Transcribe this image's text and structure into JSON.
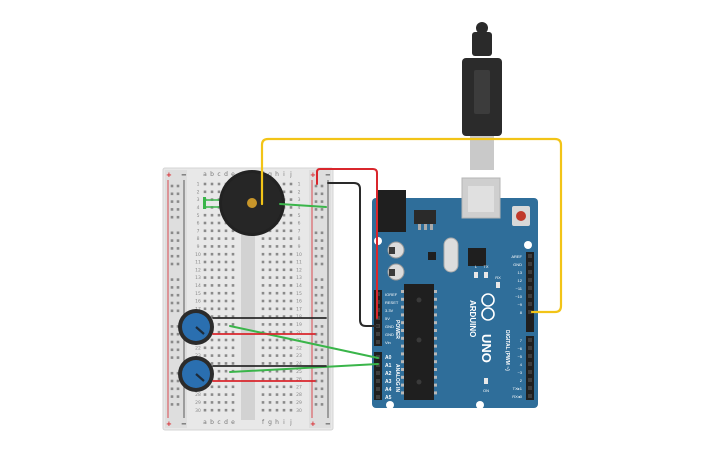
{
  "breadboard": {
    "column_letters_left": [
      "a",
      "b",
      "c",
      "d",
      "e"
    ],
    "column_letters_right": [
      "f",
      "g",
      "h",
      "i",
      "j"
    ],
    "rows": [
      "1",
      "2",
      "3",
      "4",
      "5",
      "6",
      "7",
      "8",
      "9",
      "10",
      "11",
      "12",
      "13",
      "14",
      "15",
      "16",
      "17",
      "18",
      "19",
      "20",
      "21",
      "22",
      "23",
      "24",
      "25",
      "26",
      "27",
      "28",
      "29",
      "30"
    ],
    "plus_sign": "+",
    "minus_sign": "−"
  },
  "arduino": {
    "brand": "ARDUINO",
    "model": "UNO",
    "power_label": "POWER",
    "analog_label": "ANALOG IN",
    "digital_label": "DIGITAL (PWM ~)",
    "power_pins": [
      "IOREF",
      "RESET",
      "3.3V",
      "5V",
      "GND",
      "GND",
      "Vin"
    ],
    "analog_pins": [
      "A0",
      "A1",
      "A2",
      "A3",
      "A4",
      "A5"
    ],
    "digital_top": [
      "AREF",
      "GND",
      "13",
      "12",
      "~11",
      "~10",
      "~9",
      "8"
    ],
    "digital_bottom": [
      "7",
      "~6",
      "~5",
      "4",
      "~3",
      "2",
      "TX▸1",
      "RX◂0"
    ],
    "leds": [
      "L",
      "TX",
      "RX"
    ],
    "on_label": "ON"
  },
  "colors": {
    "arduino_blue": "#2f6e9a",
    "wire_yellow": "#f2c417",
    "wire_red": "#d9262c",
    "wire_black": "#2a2a2a",
    "wire_green": "#3ab54a",
    "pot_blue": "#2a6fb0",
    "breadboard": "#e6e6e6"
  }
}
